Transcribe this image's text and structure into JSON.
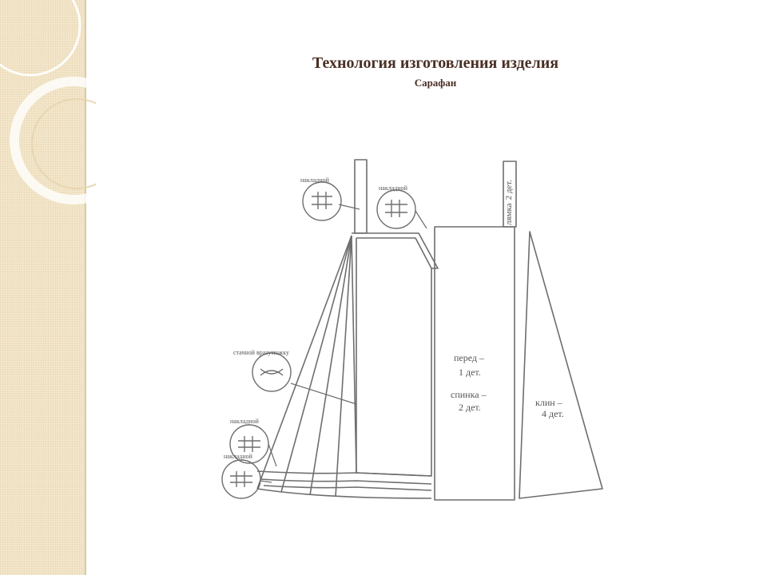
{
  "slide": {
    "title": "Технология изготовления изделия",
    "subtitle": "Сарафан"
  },
  "diagram": {
    "callouts": {
      "top_left": "накладной",
      "top_mid": "накладной",
      "mid_left": "стачной вразутюжку",
      "bottom_1": "накладной",
      "bottom_2": "накладной"
    },
    "part_labels": {
      "strap_1": "лямка",
      "strap_2": "2 дет.",
      "front_1": "перед –",
      "front_2": "1 дет.",
      "back_1": "спинка –",
      "back_2": "2 дет.",
      "wedge_1": "клин –",
      "wedge_2": "4 дет."
    }
  },
  "colors": {
    "side_panel": "#f1e3c4",
    "title": "#4a2f24",
    "ring": "#ffffff"
  }
}
